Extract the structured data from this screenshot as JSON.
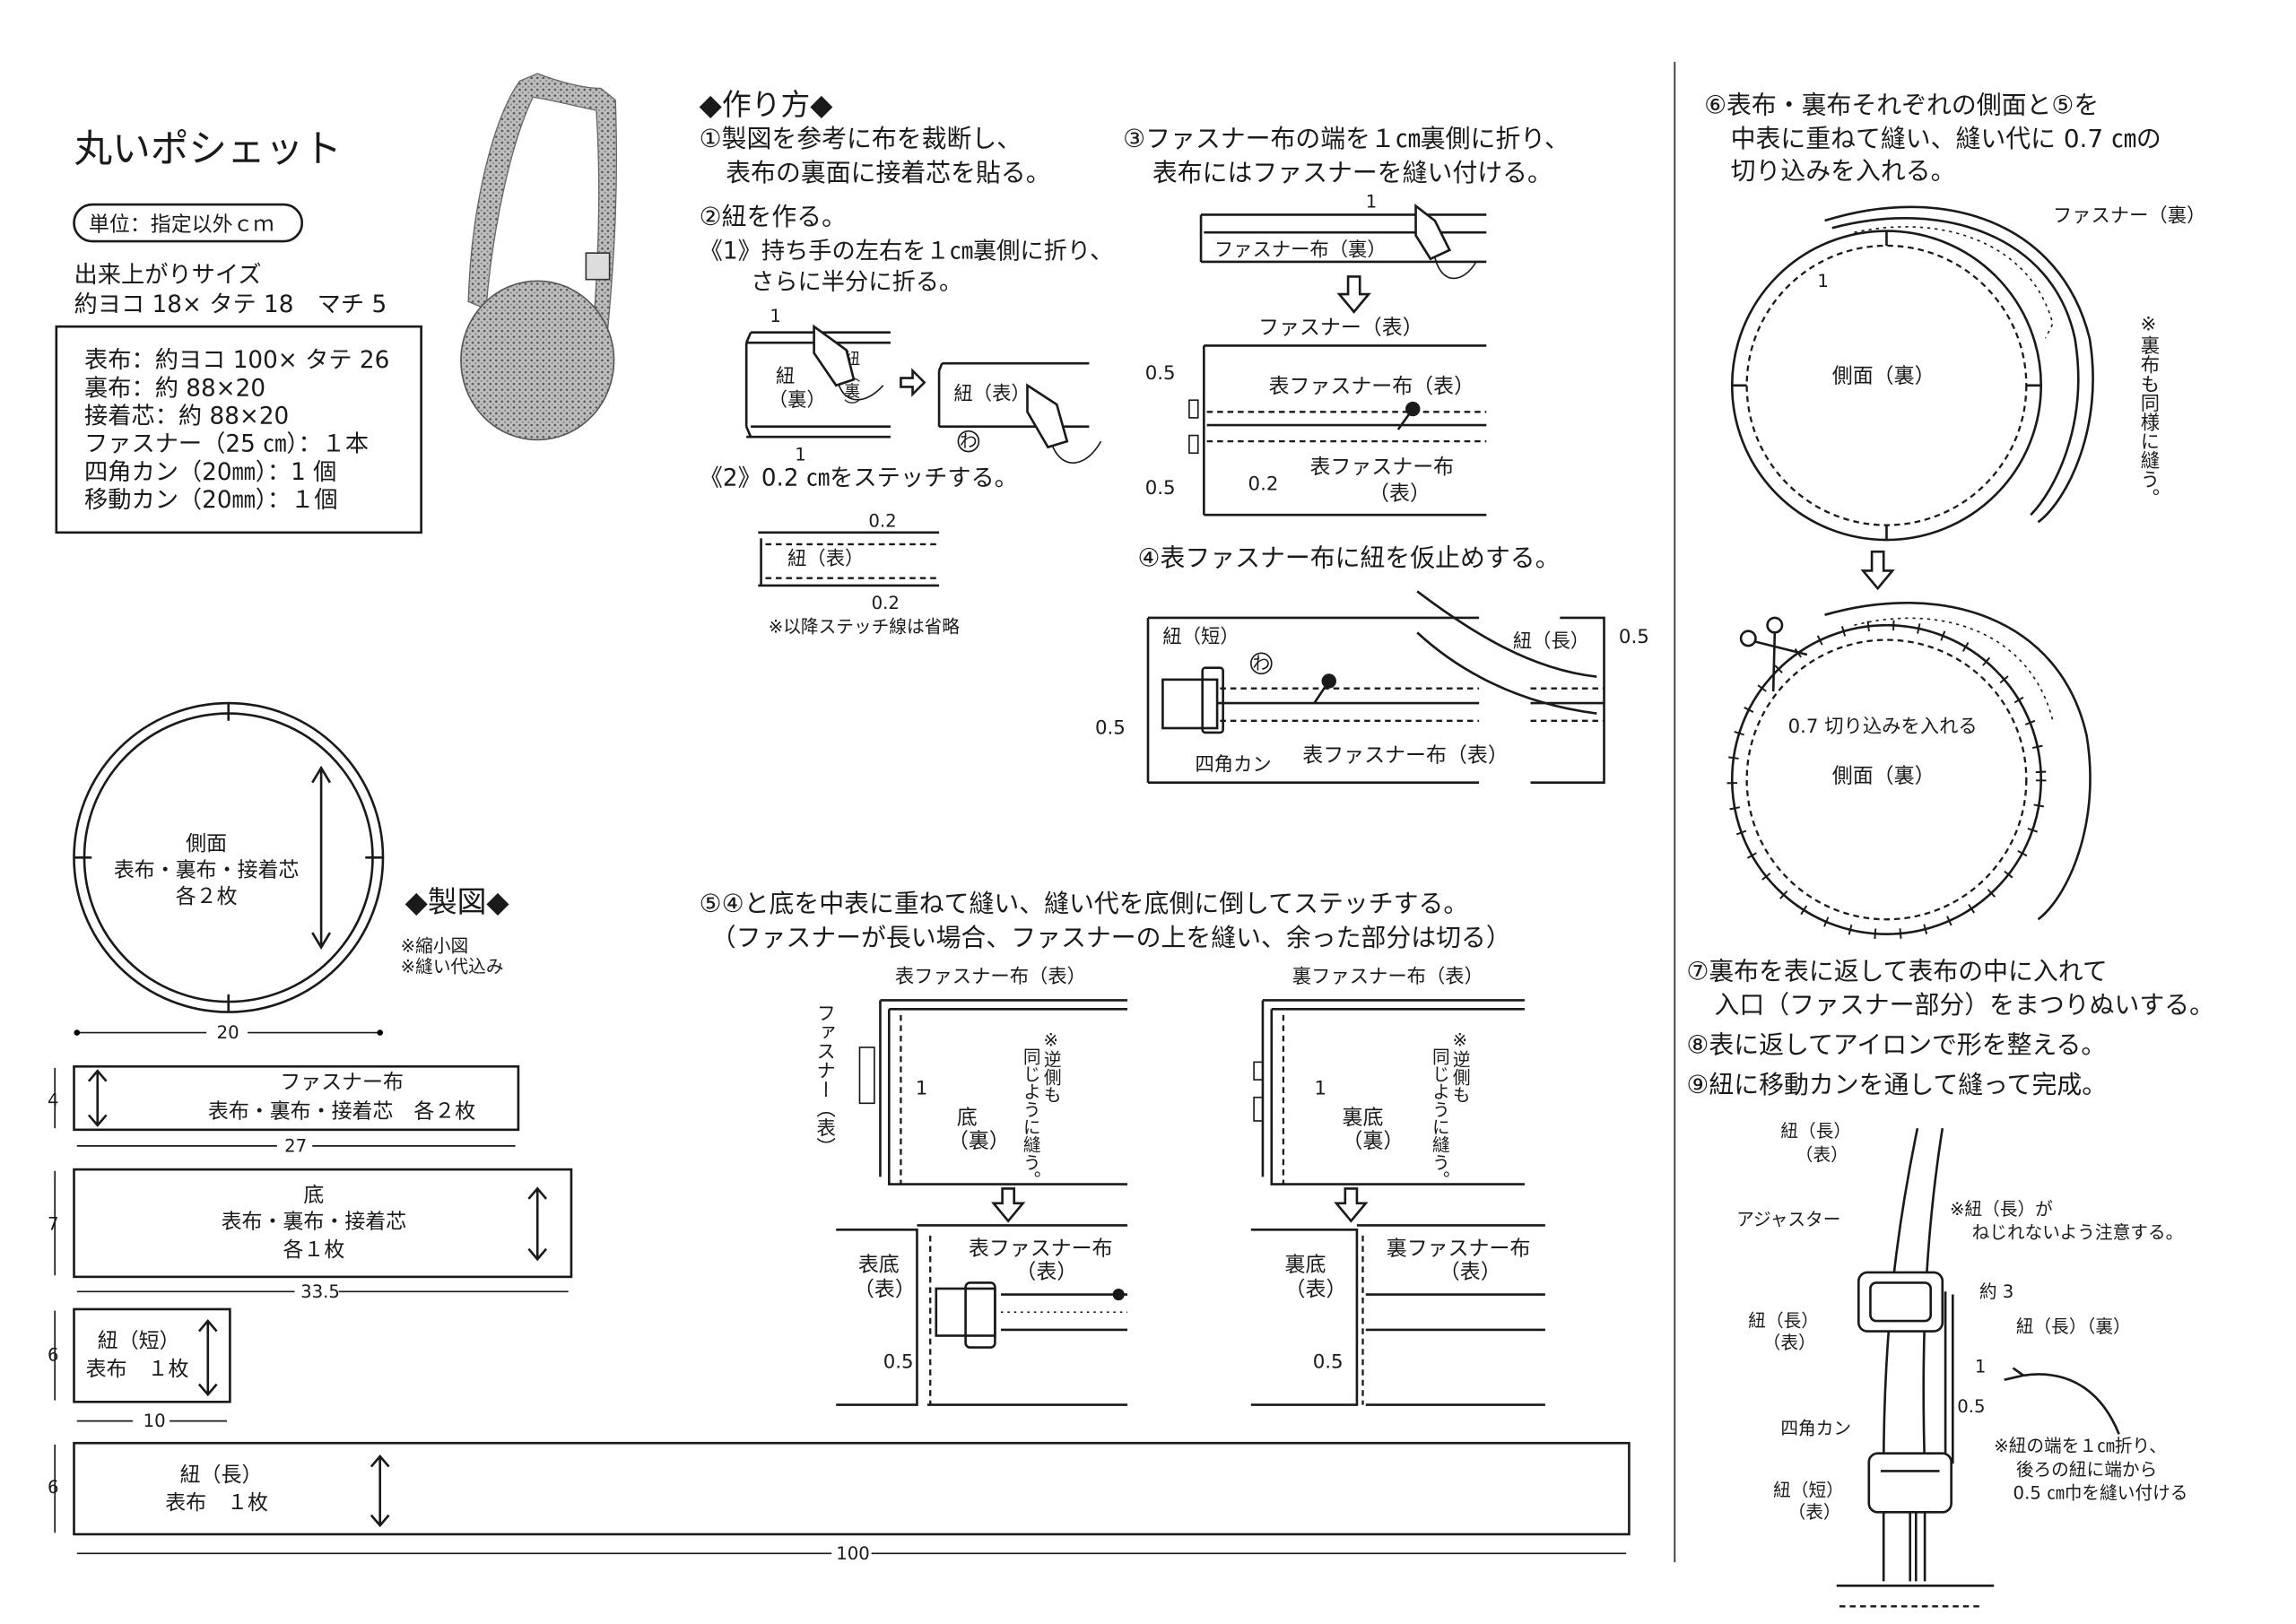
{
  "header": {
    "title": "丸いポシェット",
    "unit_badge": "単位：指定以外ｃｍ",
    "finished_size_label": "出来上がりサイズ",
    "finished_size_value": "約ヨコ 18× タテ 18　マチ 5"
  },
  "materials": [
    "表布：約ヨコ 100× タテ 26",
    "裏布：約 88×20",
    "接着芯：約 88×20",
    "ファスナー（25 ㎝）：１本",
    "四角カン（20㎜）：1 個",
    "移動カン（20㎜）：１個"
  ],
  "howto": {
    "heading": "◆作り方◆",
    "step1": [
      "①製図を参考に布を裁断し、",
      "表布の裏面に接着芯を貼る。"
    ],
    "step2": {
      "title": "②紐を作る。",
      "sub1": [
        "《1》持ち手の左右を１㎝裏側に折り、",
        "さらに半分に折る。"
      ],
      "sub2": "《2》0.2 ㎝をステッチする。",
      "labels": {
        "one": "1",
        "himo_ura": "紐（裏）",
        "himo_ura_a": "紐",
        "himo_ura_b": "（裏）",
        "himo_omote": "紐（表）",
        "wa": "わ",
        "d02": "0.2"
      },
      "note": "※以降ステッチ線は省略"
    },
    "step3": {
      "title": [
        "③ファスナー布の端を１㎝裏側に折り、",
        "表布にはファスナーを縫い付ける。"
      ],
      "labels": {
        "one": "1",
        "fastener_cloth_back": "ファスナー布（裏）",
        "fastener_front": "ファスナー（表）",
        "front_fastener_cloth_front": "表ファスナー布（表）",
        "front_fastener_cloth": "表ファスナー布",
        "front_paren": "（表）",
        "d05": "0.5",
        "d02": "0.2"
      }
    },
    "step4": {
      "title": "④表ファスナー布に紐を仮止めする。",
      "labels": {
        "himo_short": "紐（短）",
        "himo_long": "紐（長）",
        "d05": "0.5",
        "wa": "わ",
        "square_ring": "四角カン",
        "front_fastener_cloth_front": "表ファスナー布（表）"
      }
    },
    "step5": {
      "title": [
        "⑤④と底を中表に重ねて縫い、縫い代を底側に倒してステッチする。",
        "（ファスナーが長い場合、ファスナーの上を縫い、余った部分は切る）"
      ],
      "left": {
        "top_label": "表ファスナー布（表）",
        "fastener_vertical": "ファスナー（表）",
        "one": "1",
        "bottom_a": "底",
        "bottom_b": "（裏）",
        "note_a": "※逆側も",
        "note_b": "同じように縫う。",
        "outer_bottom_a": "表底",
        "outer_bottom_b": "（表）",
        "cloth_a": "表ファスナー布",
        "cloth_b": "（表）",
        "d05": "0.5"
      },
      "right": {
        "top_label": "裏ファスナー布（表）",
        "one": "1",
        "bottom_a": "裏底",
        "bottom_b": "（裏）",
        "note_a": "※逆側も",
        "note_b": "同じように縫う。",
        "outer_bottom_a": "裏底",
        "outer_bottom_b": "（表）",
        "cloth_a": "裏ファスナー布",
        "cloth_b": "（表）",
        "d05": "0.5"
      }
    },
    "step6": {
      "title": [
        "⑥表布・裏布それぞれの側面と⑤を",
        "中表に重ねて縫い、縫い代に 0.7 ㎝の",
        "切り込みを入れる。"
      ],
      "labels": {
        "fastener_back": "ファスナー（裏）",
        "one": "1",
        "side_back": "側面（裏）",
        "note_vertical": "※裏布も同様に縫う。",
        "notch": "0.7 切り込みを入れる"
      }
    },
    "step7": [
      "⑦裏布を表に返して表布の中に入れて",
      "入口（ファスナー部分）をまつりぬいする。"
    ],
    "step8": "⑧表に返してアイロンで形を整える。",
    "step9": {
      "title": "⑨紐に移動カンを通して縫って完成。",
      "labels": {
        "himo_long_a": "紐（長）",
        "himo_long_b": "（表）",
        "adjuster": "アジャスター",
        "twist_note": [
          "※紐（長）が",
          "ねじれないよう注意する。"
        ],
        "approx3": "約 3",
        "himo_long2_a": "紐（長）",
        "himo_long2_b": "（表）",
        "himo_long_back": "紐（長）（裏）",
        "one": "1",
        "d05": "0.5",
        "square_ring": "四角カン",
        "himo_short_a": "紐（短）",
        "himo_short_b": "（表）",
        "sew_note": [
          "※紐の端を１㎝折り、",
          "後ろの紐に端から",
          "0.5 ㎝巾を縫い付ける"
        ]
      }
    }
  },
  "pattern": {
    "heading": "◆製図◆",
    "notes": [
      "※縮小図",
      "※縫い代込み"
    ],
    "side": {
      "name": "側面",
      "fabrics": "表布・裏布・接着芯",
      "count": "各２枚",
      "width": "20"
    },
    "fastener_cloth": {
      "name": "ファスナー布",
      "fabrics": "表布・裏布・接着芯　各２枚",
      "height": "4",
      "width": "27"
    },
    "bottom": {
      "name": "底",
      "fabrics": "表布・裏布・接着芯",
      "count": "各１枚",
      "height": "7",
      "width": "33.5"
    },
    "strap_short": {
      "name": "紐（短）",
      "fabrics": "表布　１枚",
      "height": "6",
      "width": "10"
    },
    "strap_long": {
      "name": "紐（長）",
      "fabrics": "表布　１枚",
      "height": "6",
      "width": "100"
    }
  }
}
